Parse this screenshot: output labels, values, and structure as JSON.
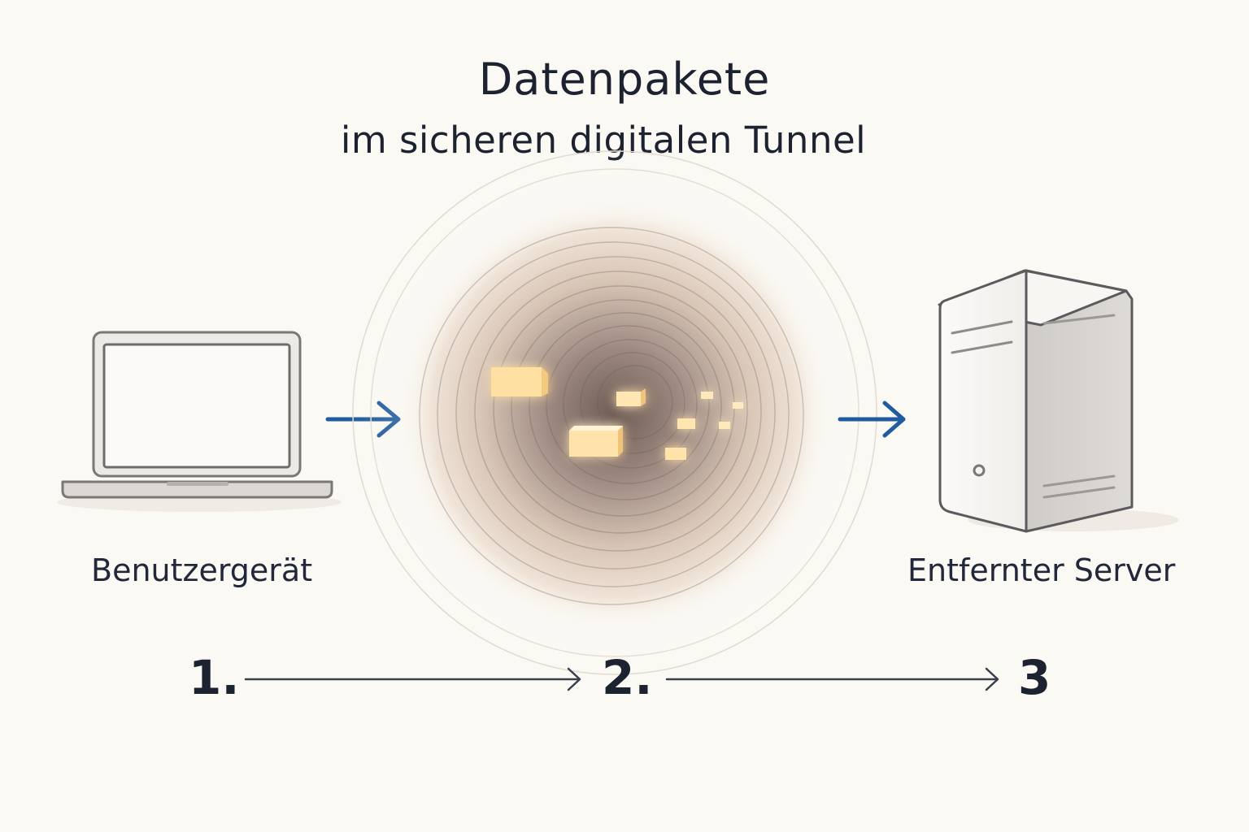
{
  "header": {
    "title": "Datenpakete",
    "subtitle": "im sicheren digitalen Tunnel"
  },
  "nodes": {
    "device_label": "Benutzergerät",
    "server_label": "Entfernter Server"
  },
  "steps": [
    "1.",
    "2.",
    "3"
  ],
  "colors": {
    "background": "#fbf9f4",
    "flow_arrow": "#1f5b9e",
    "step_arrow": "#3a3f4c",
    "packet_glow": "#ffe7b0",
    "tunnel_core": "#7a6a62"
  },
  "icons": {
    "device": "laptop-icon",
    "tunnel": "tunnel-icon",
    "server": "server-tower-icon"
  }
}
